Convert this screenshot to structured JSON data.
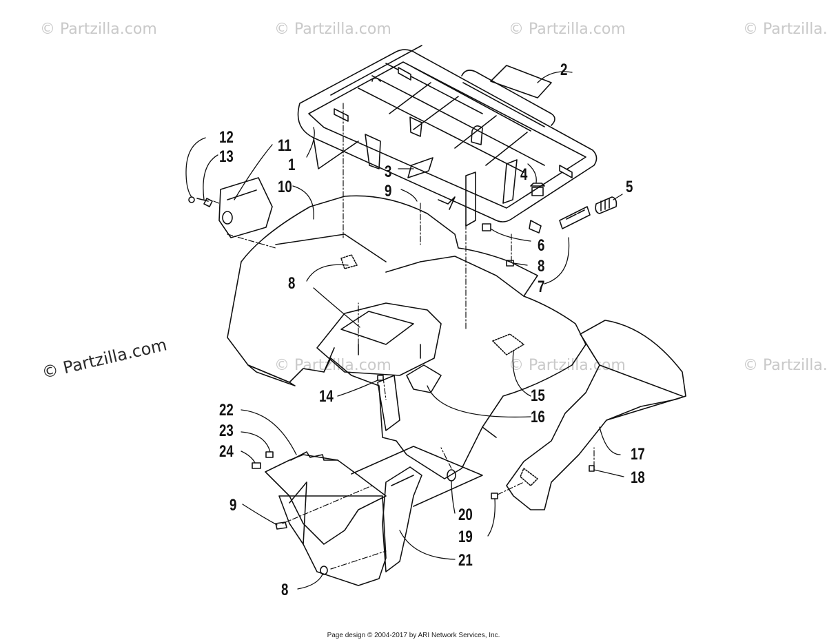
{
  "watermarks": [
    "© Partzilla.com",
    "© Partzilla.com",
    "© Partzilla.com",
    "© Partzilla.com",
    "© Partzilla.com",
    "© Partzilla.com",
    "© Partzilla.com",
    "© Partzilla.com"
  ],
  "diagram_watermark": "© Partzilla.com",
  "callouts": {
    "c1": "1",
    "c2": "2",
    "c3": "3",
    "c4": "4",
    "c5": "5",
    "c6": "6",
    "c7": "7",
    "c8a": "8",
    "c8b": "8",
    "c8c": "8",
    "c9a": "9",
    "c9b": "9",
    "c10": "10",
    "c11": "11",
    "c12": "12",
    "c13": "13",
    "c14": "14",
    "c15": "15",
    "c16": "16",
    "c17": "17",
    "c18": "18",
    "c19": "19",
    "c20": "20",
    "c21": "21",
    "c22": "22",
    "c23": "23",
    "c24": "24"
  },
  "footer": "Page design © 2004-2017 by ARI Network Services, Inc."
}
